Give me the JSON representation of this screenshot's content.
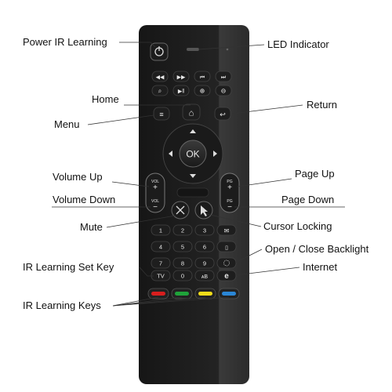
{
  "labels": {
    "power_ir_learning": "Power IR Learning",
    "led_indicator": "LED Indicator",
    "home": "Home",
    "return": "Return",
    "menu": "Menu",
    "volume_up": "Volume Up",
    "page_up": "Page Up",
    "volume_down": "Volume Down",
    "page_down": "Page Down",
    "mute": "Mute",
    "cursor_locking": "Cursor Locking",
    "open_close_backlight": "Open / Close Backlight",
    "ir_learning_set_key": "IR Learning Set Key",
    "internet": "Internet",
    "ir_learning_keys": "IR Learning Keys"
  },
  "remote": {
    "ok_label": "OK",
    "vol_label": "VOL",
    "pg_label": "PG",
    "plus": "+",
    "minus": "−",
    "numpad": [
      "1",
      "2",
      "3",
      "4",
      "5",
      "6",
      "7",
      "8",
      "9",
      "TV",
      "0"
    ],
    "color_keys": [
      "#d81e1e",
      "#1fa33a",
      "#f2dc1a",
      "#2a86d6"
    ]
  }
}
